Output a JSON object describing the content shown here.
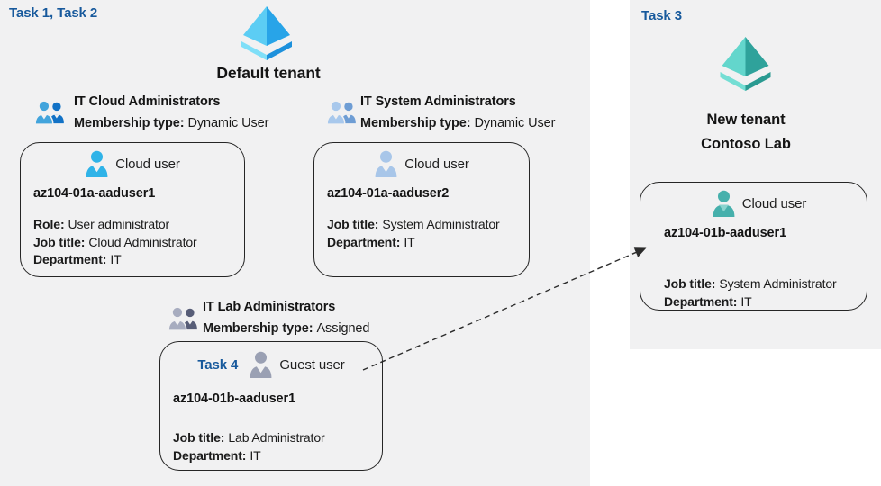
{
  "left_panel": {
    "task_label": "Task 1, Task 2",
    "tenant_name": "Default tenant",
    "groups": [
      {
        "name": "IT Cloud Administrators",
        "membership_label": "Membership type:",
        "membership_value": "Dynamic User"
      },
      {
        "name": "IT System Administrators",
        "membership_label": "Membership type:",
        "membership_value": "Dynamic User"
      },
      {
        "name": "IT Lab Administrators",
        "membership_label": "Membership type:",
        "membership_value": "Assigned"
      }
    ],
    "cards": [
      {
        "type_label": "Cloud user",
        "username": "az104-01a-aaduser1",
        "attrs": [
          {
            "label": "Role:",
            "value": "User administrator"
          },
          {
            "label": "Job title:",
            "value": "Cloud Administrator"
          },
          {
            "label": "Department:",
            "value": "IT"
          }
        ]
      },
      {
        "type_label": "Cloud user",
        "username": "az104-01a-aaduser2",
        "attrs": [
          {
            "label": "Job title:",
            "value": "System Administrator"
          },
          {
            "label": "Department:",
            "value": "IT"
          }
        ]
      },
      {
        "task_label": "Task 4",
        "type_label": "Guest user",
        "username": "az104-01b-aaduser1",
        "attrs": [
          {
            "label": "Job title:",
            "value": "Lab Administrator"
          },
          {
            "label": "Department:",
            "value": "IT"
          }
        ]
      }
    ]
  },
  "right_panel": {
    "task_label": "Task 3",
    "tenant_name_line1": "New tenant",
    "tenant_name_line2": "Contoso Lab",
    "card": {
      "type_label": "Cloud user",
      "username": "az104-01b-aaduser1",
      "attrs": [
        {
          "label": "Job title:",
          "value": "System Administrator"
        },
        {
          "label": "Department:",
          "value": "IT"
        }
      ]
    }
  },
  "colors": {
    "panel_bg": "#f1f1f2",
    "task_label_blue": "#17599c",
    "card_border": "#262626",
    "arrow": "#2b2b2b",
    "tenant_blue": {
      "face_light": "#5ccdf4",
      "face_dark": "#28a4e8",
      "rim_light": "#7fdff8",
      "rim_dark": "#1d91dc"
    },
    "tenant_teal": {
      "face_light": "#63d6cc",
      "face_dark": "#2fa29b",
      "rim_light": "#74ded4",
      "rim_dark": "#2a9a91"
    },
    "group_cloud": {
      "front": "#42a4dc",
      "back": "#1272c6"
    },
    "group_system": {
      "front": "#a8c8ec",
      "back": "#6e9dd4"
    },
    "group_lab": {
      "front": "#a7acbf",
      "back": "#575d77"
    },
    "user_cloud1": "#2fb3e8",
    "user_cloud2": "#a8c6e9",
    "user_guest": "#9aa0b3",
    "user_teal": "#46b0ac",
    "notch": "#f1f1f2",
    "teal_notch": "#8ad4cf"
  }
}
